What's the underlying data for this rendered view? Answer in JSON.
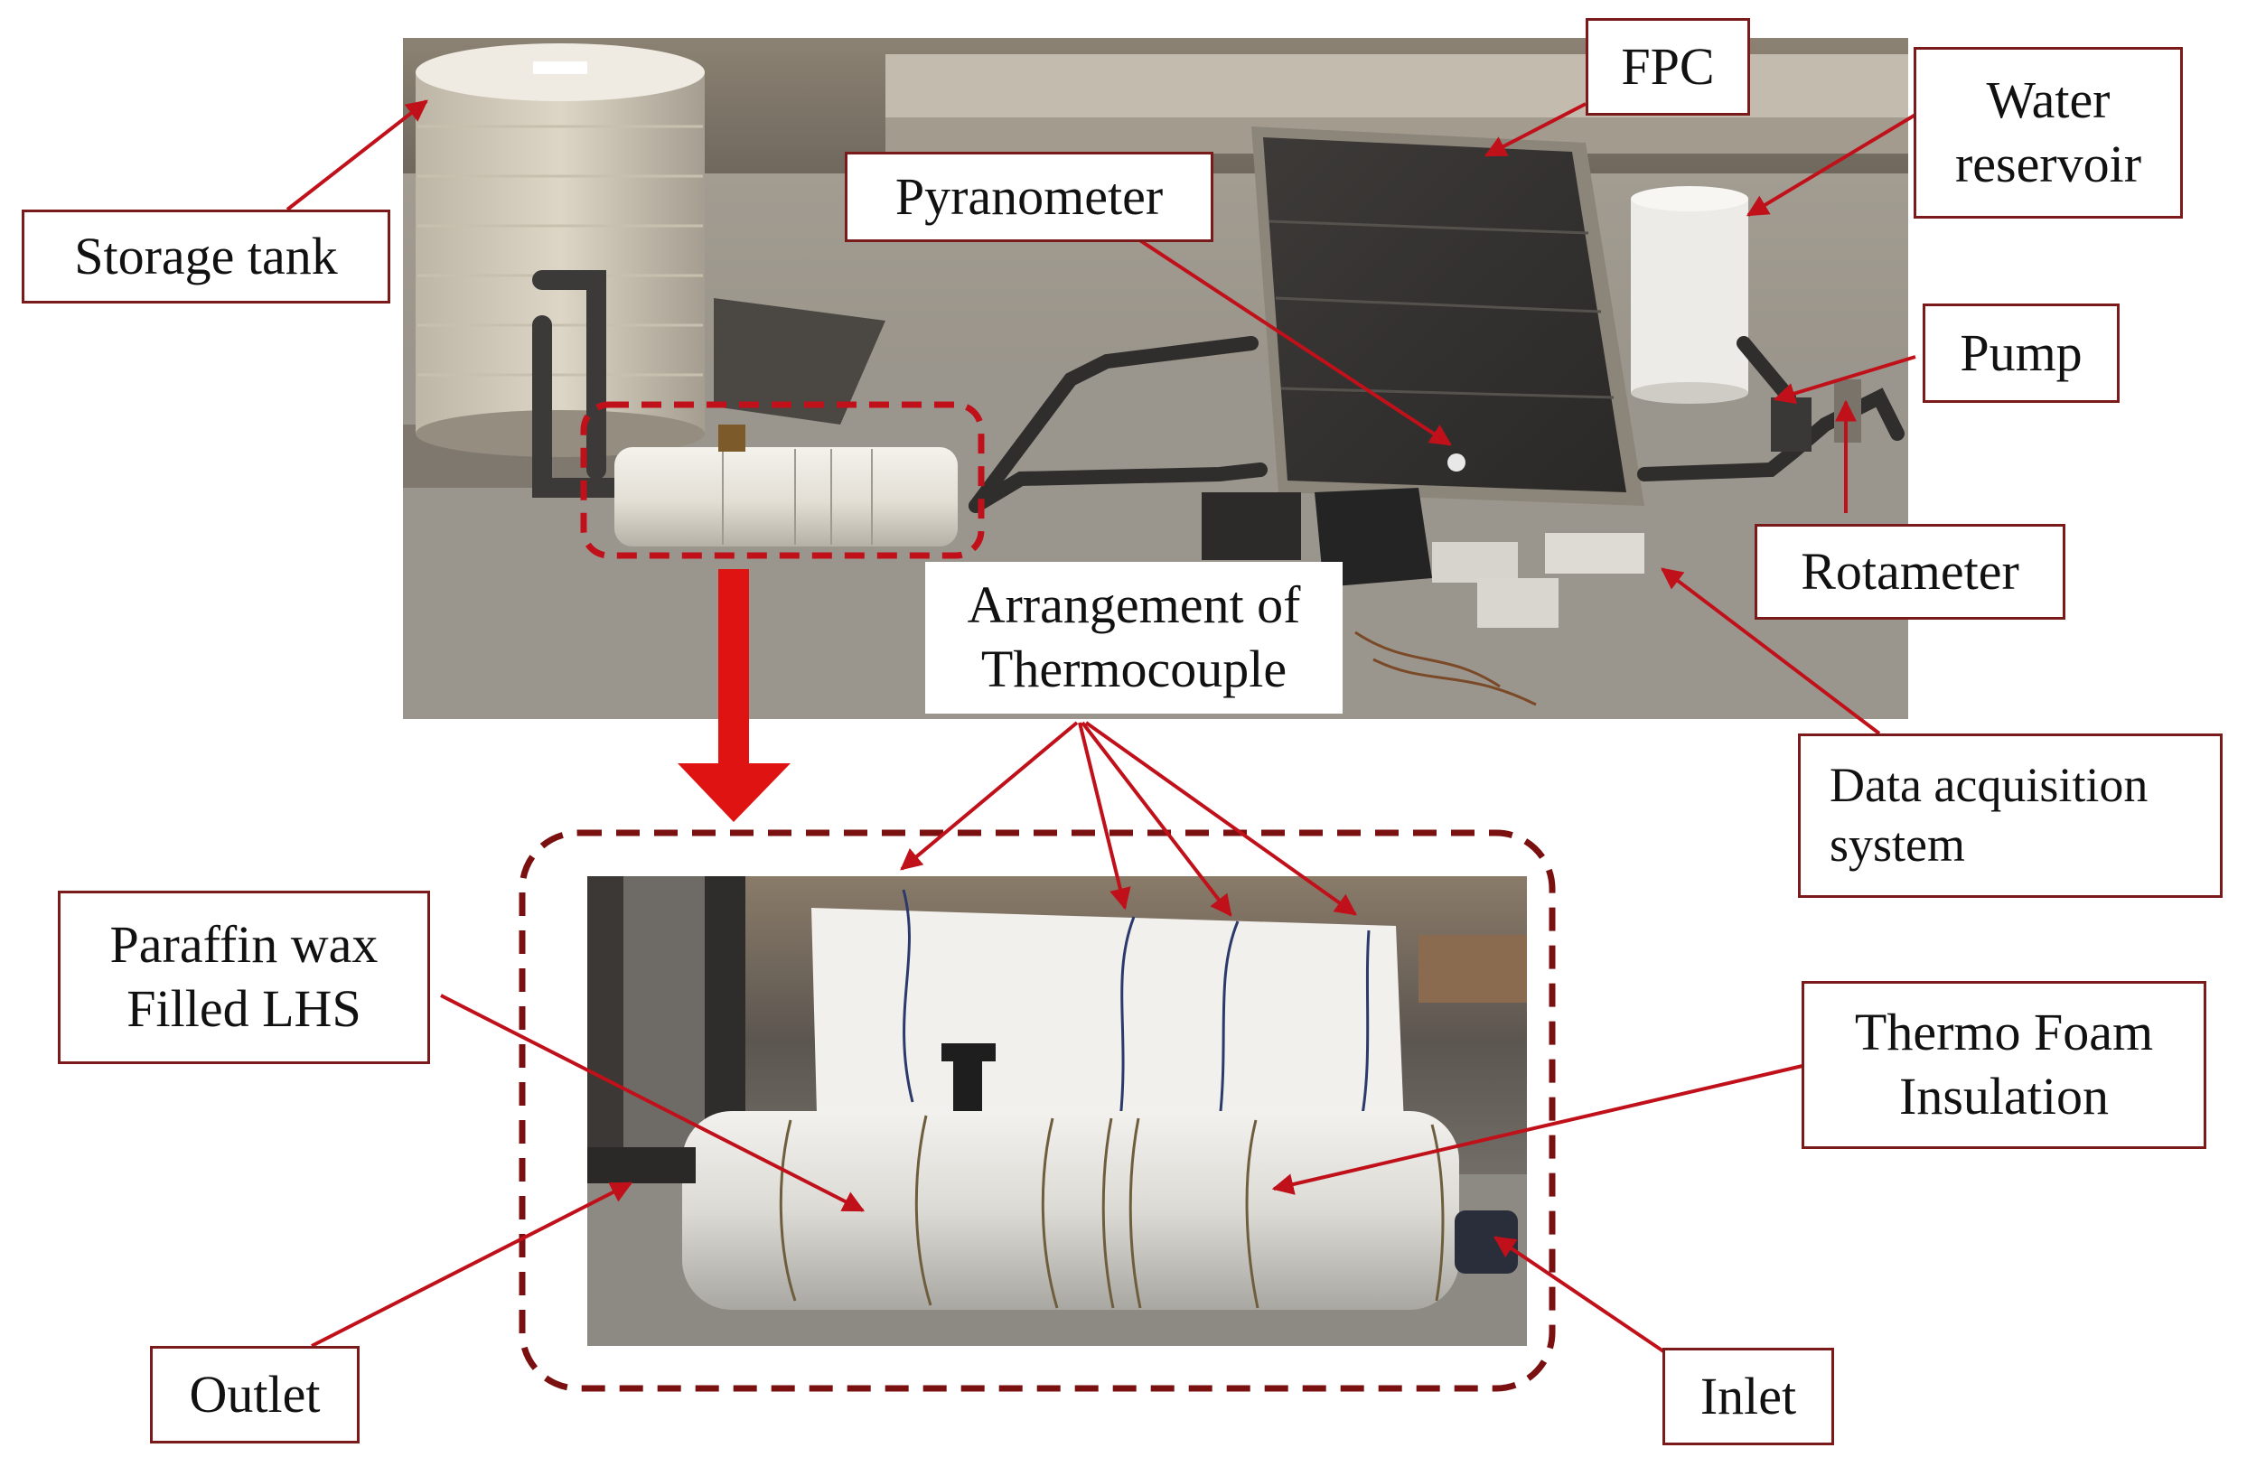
{
  "colors": {
    "annotation": "#c0111b",
    "label_border": "#7a1a1a",
    "label_text": "#111111"
  },
  "labels": {
    "storage_tank": "Storage tank",
    "fpc": "FPC",
    "pyranometer": "Pyranometer",
    "water_reservoir_1": "Water",
    "water_reservoir_2": "reservoir",
    "pump": "Pump",
    "rotameter": "Rotameter",
    "thermocouple_1": "Arrangement of",
    "thermocouple_2": "Thermocouple",
    "daq_1": "Data acquisition",
    "daq_2": "system",
    "paraffin_1": "Paraffin wax",
    "paraffin_2": "Filled LHS",
    "foam_1": "Thermo Foam",
    "foam_2": "Insulation",
    "outlet": "Outlet",
    "inlet": "Inlet"
  }
}
